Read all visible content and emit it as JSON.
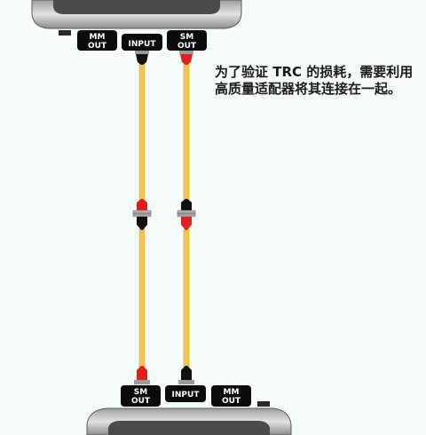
{
  "caption": "为了验证 TRC 的损耗，需要利用高质量适配器将其连接在一起。",
  "top_device": {
    "ports": [
      {
        "line1": "MM",
        "line2": "OUT"
      },
      {
        "line1": "INPUT",
        "line2": ""
      },
      {
        "line1": "SM",
        "line2": "OUT"
      }
    ]
  },
  "bottom_device": {
    "ports": [
      {
        "line1": "SM",
        "line2": "OUT"
      },
      {
        "line1": "INPUT",
        "line2": ""
      },
      {
        "line1": "MM",
        "line2": "OUT"
      }
    ]
  },
  "colors": {
    "cable": "#f2c74a",
    "connector_red": "#e02020",
    "connector_black": "#111111",
    "adapter": "#9a9a9a",
    "port_label_bg": "#0b0b0b",
    "device_shell": "#bdbdbd"
  }
}
